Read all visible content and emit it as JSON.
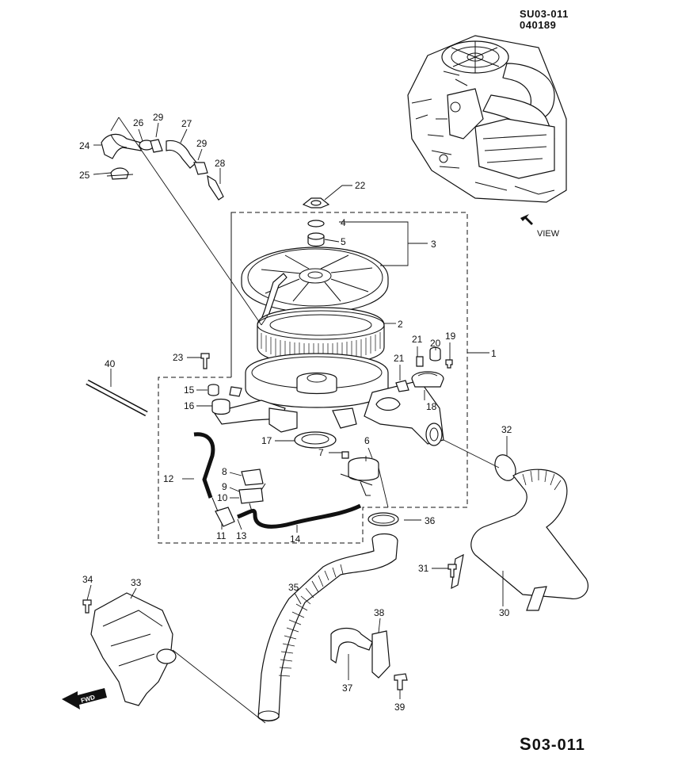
{
  "header": {
    "code": "SU03-011",
    "date": "040189"
  },
  "view_label": "VIEW",
  "fwd_label": "FWD",
  "footer_code": "03-011",
  "footer_prefix": "S",
  "callouts": {
    "p1": "1",
    "p2": "2",
    "p3": "3",
    "p4": "4",
    "p5": "5",
    "p6": "6",
    "p7": "7",
    "p8": "8",
    "p9": "9",
    "p10": "10",
    "p11": "11",
    "p12": "12",
    "p13": "13",
    "p14": "14",
    "p15": "15",
    "p16": "16",
    "p17": "17",
    "p18": "18",
    "p19": "19",
    "p20": "20",
    "p21a": "21",
    "p21b": "21",
    "p22": "22",
    "p23": "23",
    "p24": "24",
    "p25": "25",
    "p26": "26",
    "p27": "27",
    "p28": "28",
    "p29a": "29",
    "p29b": "29",
    "p30": "30",
    "p31": "31",
    "p32": "32",
    "p33": "33",
    "p34": "34",
    "p35": "35",
    "p36": "36",
    "p37": "37",
    "p38": "38",
    "p39": "39",
    "p40": "40"
  }
}
